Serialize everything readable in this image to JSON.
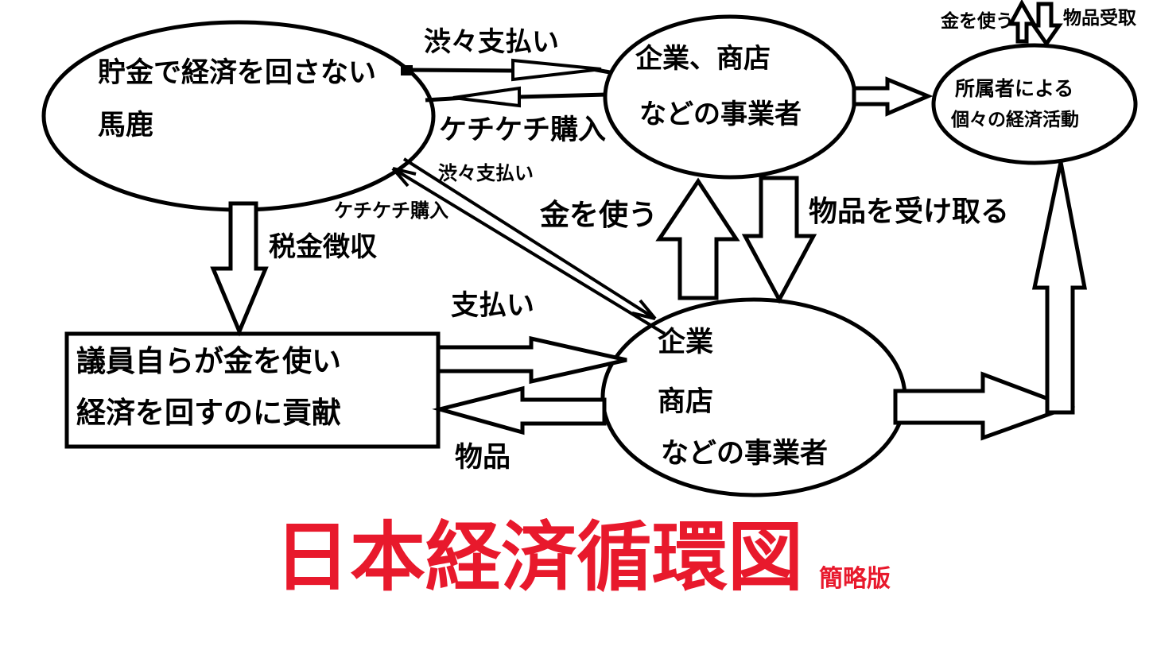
{
  "title": {
    "text": "日本経済循環図",
    "subtitle": "簡略版",
    "color": "#e8192c"
  },
  "nodes": {
    "savers": {
      "line1": "貯金で経済を回さない",
      "line2": "馬鹿"
    },
    "businesses_top": {
      "line1": "企業、商店",
      "line2": "などの事業者"
    },
    "members": {
      "line1": "所属者による",
      "line2": "個々の経済活動"
    },
    "politicians": {
      "line1": "議員自らが金を使い",
      "line2": "経済を回すのに貢献"
    },
    "businesses_bottom": {
      "line1": "企業",
      "line2": "商店",
      "line3": "などの事業者"
    }
  },
  "labels": {
    "reluctant_payment_top": "渋々支払い",
    "stingy_purchase_top": "ケチケチ購入",
    "reluctant_payment_small": "渋々支払い",
    "stingy_purchase_small": "ケチケチ購入",
    "tax_collection": "税金徴収",
    "spend_money_mid": "金を使う",
    "receive_goods_mid": "物品を受け取る",
    "payment": "支払い",
    "goods": "物品",
    "spend_money_top": "金を使う",
    "goods_receipt_top": "物品受取"
  },
  "colors": {
    "ink": "#000000",
    "accent_red": "#e8192c",
    "background": "#ffffff"
  }
}
